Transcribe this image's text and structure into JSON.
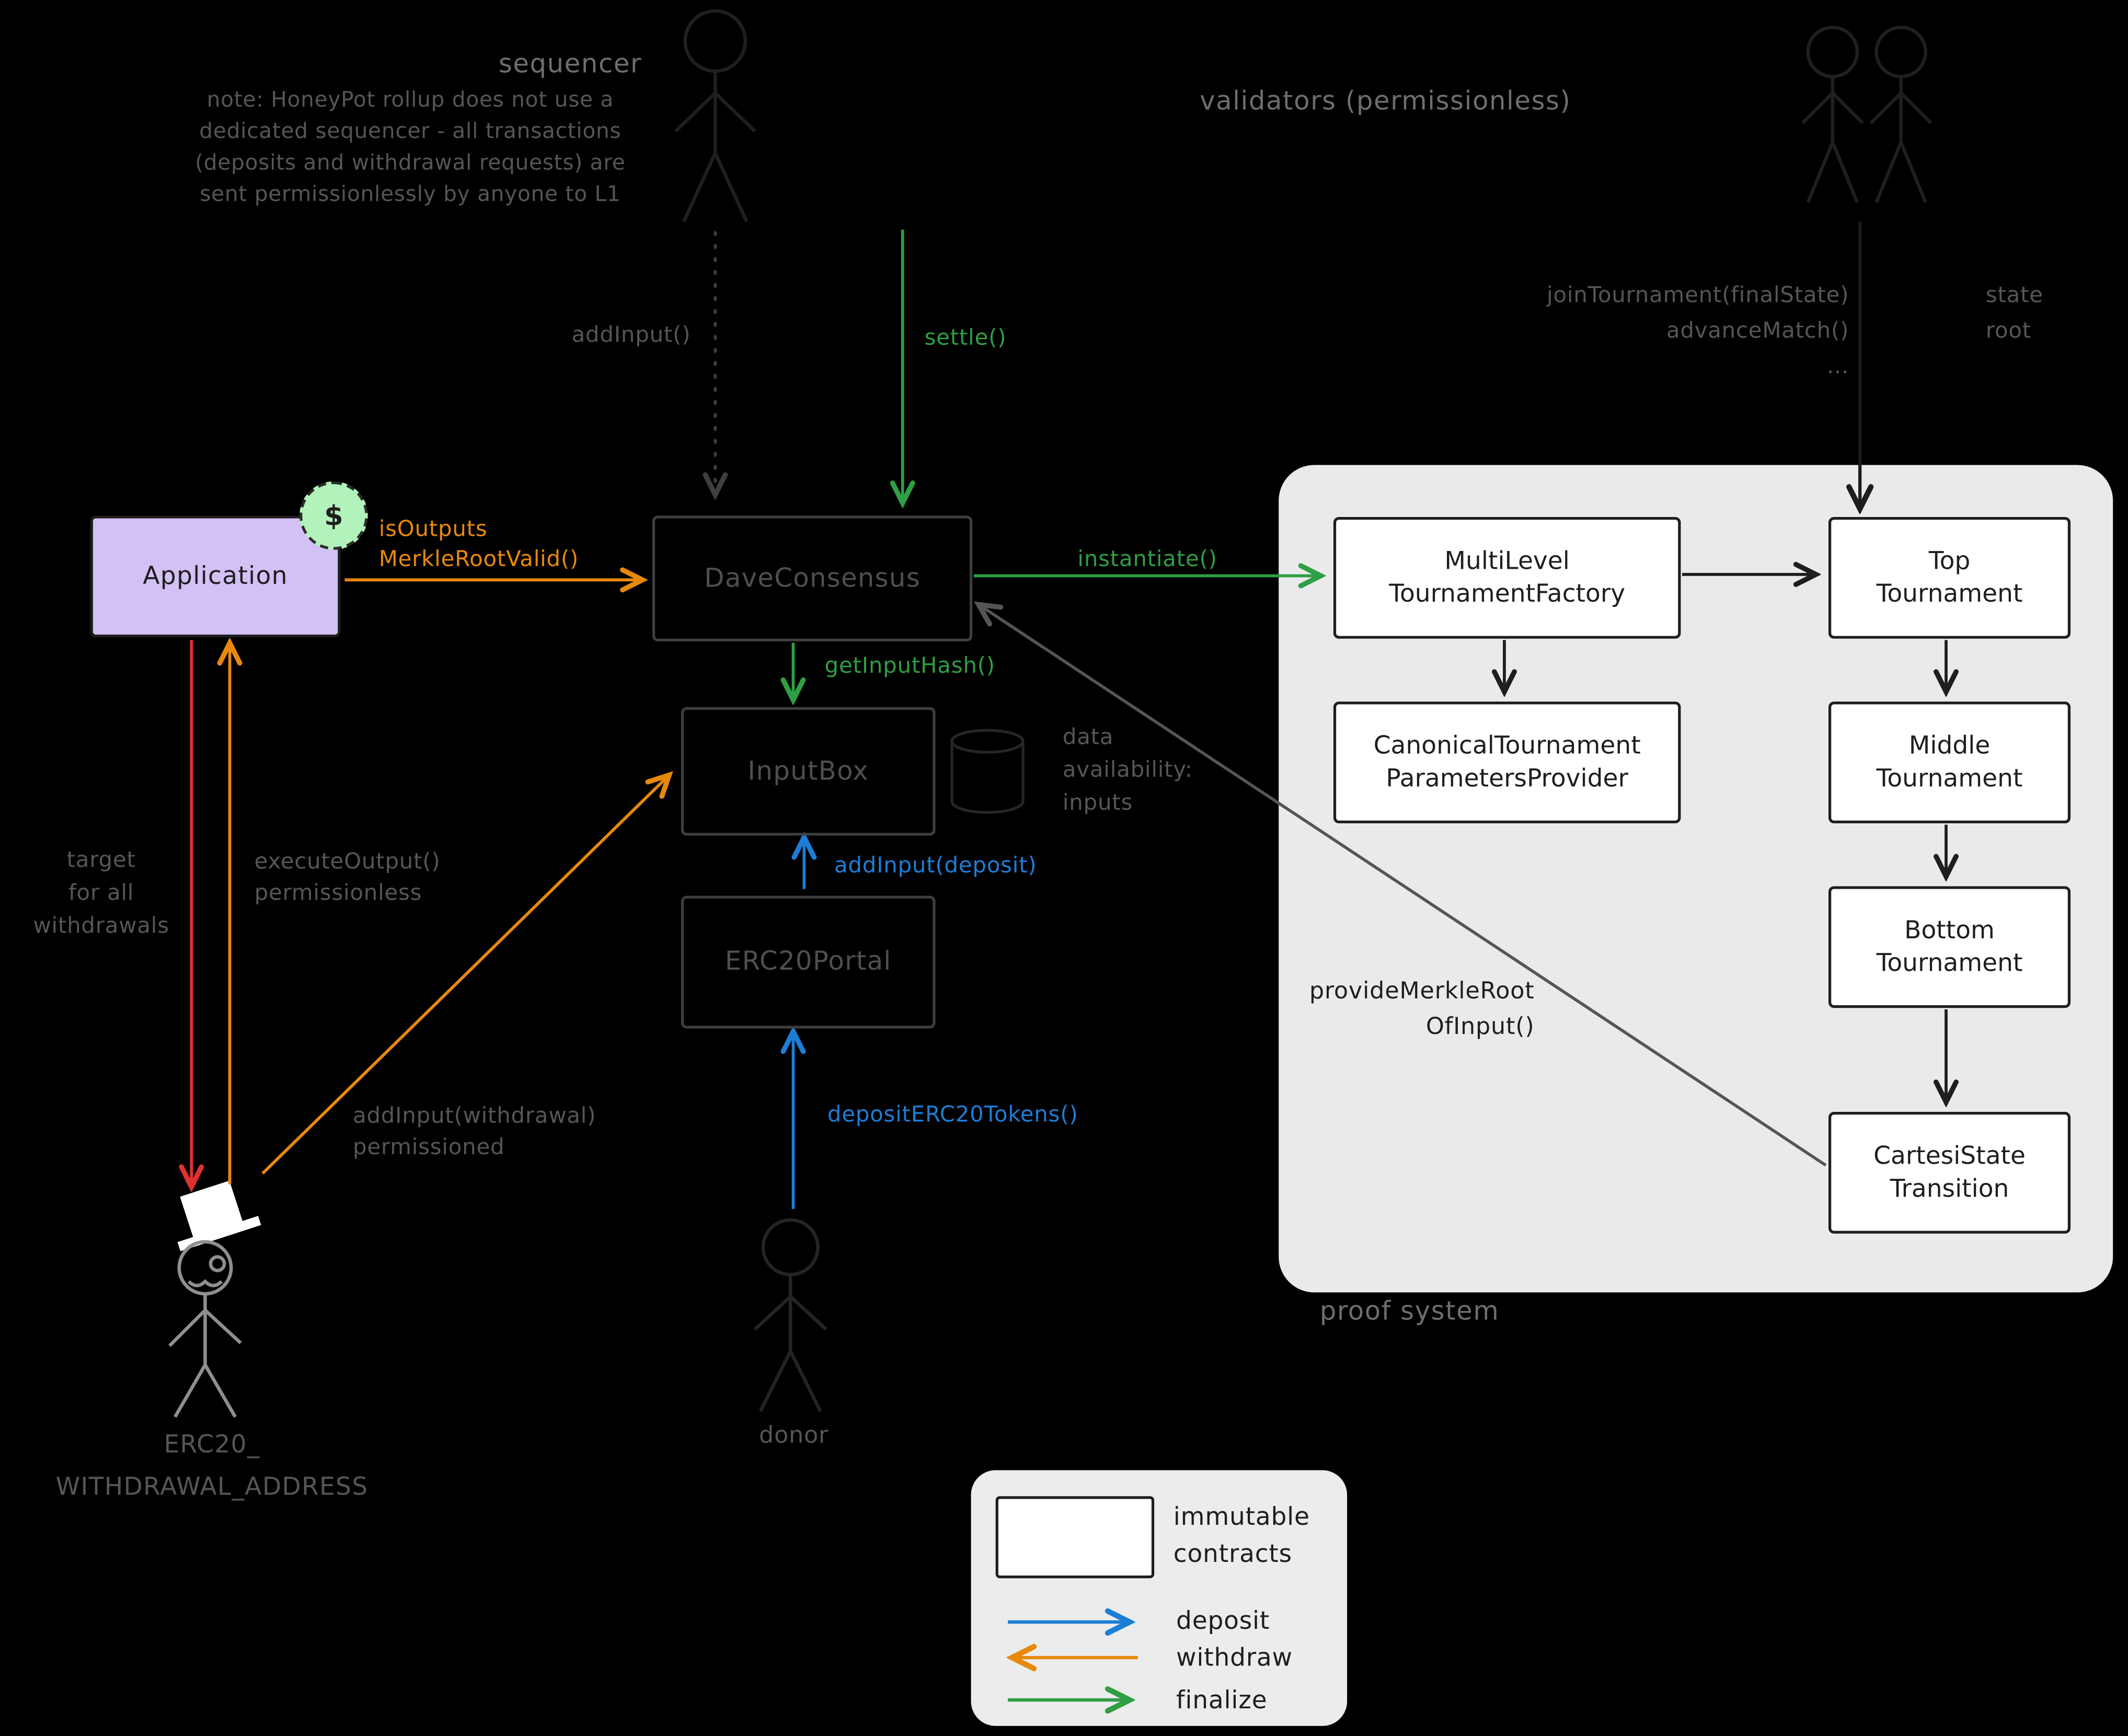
{
  "annotations": {
    "sequencer_title": "sequencer",
    "sequencer_note": "note: HoneyPot rollup does not use a\ndedicated sequencer - all transactions\n(deposits and withdrawal requests) are\nsent permissionlessly by anyone to L1",
    "validators_title": "validators (permissionless)",
    "validator_calls": "joinTournament(finalState)\nadvanceMatch()\n...",
    "state_root": "state\nroot",
    "data_availability": "data\navailability:\ninputs",
    "proof_system": "proof system",
    "donor": "donor",
    "withdrawal_address": "ERC20_\nWITHDRAWAL_ADDRESS",
    "money_symbol": "$"
  },
  "edges": {
    "add_input": "addInput()",
    "settle": "settle()",
    "is_outputs_merkle": "isOutputs\nMerkleRootValid()",
    "instantiate": "instantiate()",
    "get_input_hash": "getInputHash()",
    "add_input_deposit": "addInput(deposit)",
    "deposit_erc20_tokens": "depositERC20Tokens()",
    "target_withdrawals": "target\nfor all\nwithdrawals",
    "execute_output": "executeOutput()\npermissionless",
    "add_input_withdrawal": "addInput(withdrawal)\npermissioned",
    "provide_merkle_root": "provideMerkleRoot\nOfInput()"
  },
  "boxes": {
    "application": "Application",
    "dave_consensus": "DaveConsensus",
    "input_box": "InputBox",
    "erc20_portal": "ERC20Portal",
    "multilevel_tournament_factory": "MultiLevel\nTournamentFactory",
    "canonical_tournament_parameters_provider": "CanonicalTournament\nParametersProvider",
    "top_tournament": "Top\nTournament",
    "middle_tournament": "Middle\nTournament",
    "bottom_tournament": "Bottom\nTournament",
    "cartesi_state_transition": "CartesiState\nTransition"
  },
  "legend": {
    "immutable_contracts": "immutable\ncontracts",
    "deposit": "deposit",
    "withdraw": "withdraw",
    "finalize": "finalize"
  },
  "colors": {
    "deposit_blue": "#1c7ed6",
    "withdraw_orange": "#e8890c",
    "finalize_green": "#2f9e44",
    "withdraw_target_red": "#e03131",
    "application_fill": "#d3c0f5",
    "money_bag_fill": "#b2f2bb",
    "panel_fill": "#e9eaeb",
    "background": "#000000"
  }
}
